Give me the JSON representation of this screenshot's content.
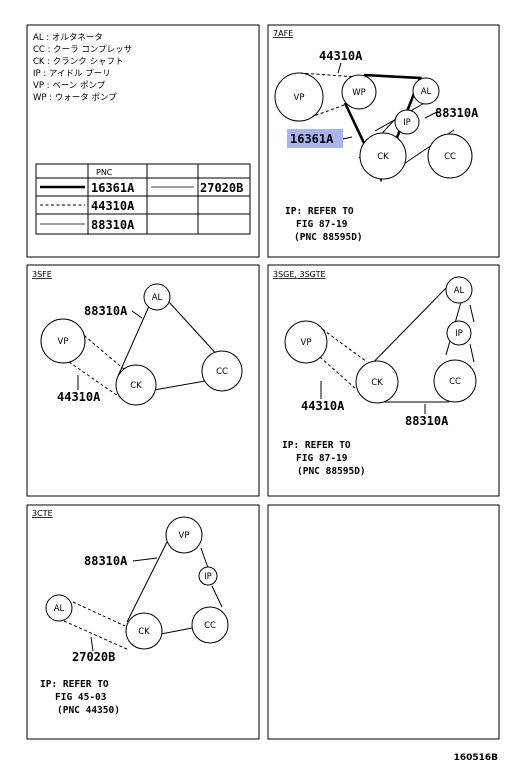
{
  "legend": [
    "AL : オルタネータ",
    "CC : クーラ コンプレッサ",
    "CK : クランク シャフト",
    "IP : アイドル プーリ",
    "VP : ベーン ポンプ",
    "WP : ウォータ ポンプ"
  ],
  "pnc_table": {
    "header": "PNC",
    "rows": [
      {
        "line": "thick",
        "pnc": "16361A",
        "extra_line": "thin",
        "extra_pnc": "27020B"
      },
      {
        "line": "dashed",
        "pnc": "44310A",
        "extra_line": "",
        "extra_pnc": ""
      },
      {
        "line": "thin",
        "pnc": "88310A",
        "extra_line": "",
        "extra_pnc": ""
      }
    ]
  },
  "panels": {
    "p7afe": {
      "title": "7AFE",
      "pulleys": {
        "vp": "VP",
        "wp": "WP",
        "al": "AL",
        "ip": "IP",
        "ck": "CK",
        "cc": "CC"
      },
      "labels": {
        "pnc_44310": "44310A",
        "pnc_88310": "88310A",
        "pnc_16361": "16361A"
      },
      "note": [
        "IP: REFER TO",
        "FIG 87-19",
        "(PNC 88595D)"
      ],
      "highlight_color": "#a9b4ee"
    },
    "p3sfe": {
      "title": "3SFE",
      "pulleys": {
        "al": "AL",
        "vp": "VP",
        "ck": "CK",
        "cc": "CC"
      },
      "labels": {
        "pnc_88310": "88310A",
        "pnc_44310": "44310A"
      }
    },
    "p3sge": {
      "title": "3SGE, 3SGTE",
      "pulleys": {
        "al": "AL",
        "ip": "IP",
        "vp": "VP",
        "ck": "CK",
        "cc": "CC"
      },
      "labels": {
        "pnc_44310": "44310A",
        "pnc_88310": "88310A"
      },
      "note": [
        "IP: REFER TO",
        "FIG 87-19",
        "(PNC 88595D)"
      ]
    },
    "p3cte": {
      "title": "3CTE",
      "pulleys": {
        "vp": "VP",
        "ip": "IP",
        "al": "AL",
        "ck": "CK",
        "cc": "CC"
      },
      "labels": {
        "pnc_88310": "88310A",
        "pnc_27020": "27020B"
      },
      "note": [
        "IP: REFER TO",
        "FIG 45-03",
        "(PNC 44350)"
      ]
    }
  },
  "figure_number": "160516B"
}
